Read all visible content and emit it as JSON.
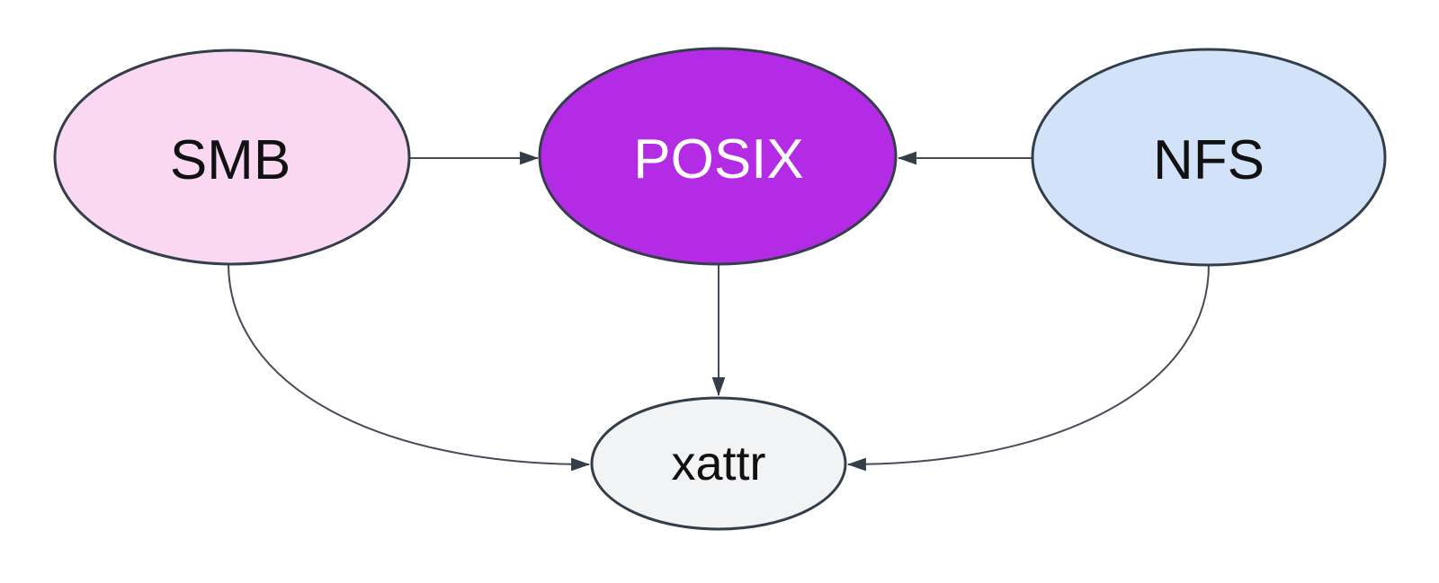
{
  "diagram": {
    "type": "flowchart",
    "background": "#ffffff",
    "colors": {
      "node_border": "#343e4b",
      "edge": "#434c57",
      "arrowhead": "#343e4b"
    },
    "nodes": {
      "smb": {
        "label": "SMB",
        "fill": "#fbd8f2",
        "text_color": "#111111"
      },
      "posix": {
        "label": "POSIX",
        "fill": "#b42be6",
        "text_color": "#ffffff"
      },
      "nfs": {
        "label": "NFS",
        "fill": "#d2e3f9",
        "text_color": "#111111"
      },
      "xattr": {
        "label": "xattr",
        "fill": "#f2f3f5",
        "text_color": "#111111"
      }
    },
    "edges": [
      {
        "from": "SMB",
        "to": "POSIX"
      },
      {
        "from": "NFS",
        "to": "POSIX"
      },
      {
        "from": "POSIX",
        "to": "xattr"
      },
      {
        "from": "SMB",
        "to": "xattr"
      },
      {
        "from": "NFS",
        "to": "xattr"
      }
    ]
  }
}
